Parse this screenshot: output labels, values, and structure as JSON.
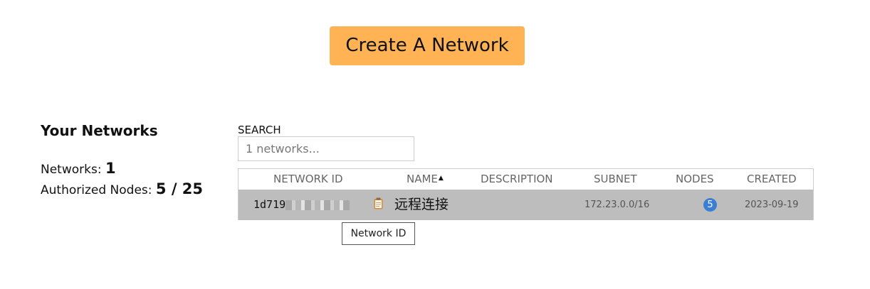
{
  "create_button": {
    "label": "Create A Network"
  },
  "summary": {
    "title": "Your Networks",
    "networks_label": "Networks:",
    "networks_count": "1",
    "auth_nodes_label": "Authorized Nodes:",
    "auth_nodes_value": "5 / 25"
  },
  "search": {
    "label": "SEARCH",
    "placeholder": "1 networks..."
  },
  "table": {
    "headers": [
      "NETWORK ID",
      "NAME",
      "DESCRIPTION",
      "SUBNET",
      "NODES",
      "CREATED"
    ],
    "sort_icon": "sort-ascending-icon",
    "rows": [
      {
        "network_id_visible": "1d719",
        "network_id_redacted": true,
        "copy_icon": "clipboard-icon",
        "name": "远程连接",
        "description": "",
        "subnet": "172.23.0.0/16",
        "nodes": "5",
        "created": "2023-09-19"
      }
    ]
  },
  "tooltip": {
    "text": "Network ID"
  },
  "colors": {
    "button_bg": "#ffb354",
    "row_bg": "#bdbdbd",
    "badge_bg": "#3a7fd5"
  }
}
